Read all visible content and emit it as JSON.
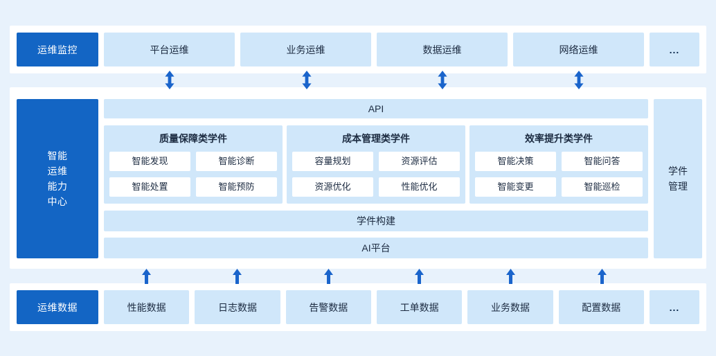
{
  "theme": {
    "page_bg": "#e8f2fc",
    "card_bg": "#ffffff",
    "accent_blue": "#1365c4",
    "light_blue_box": "#d0e7fa",
    "arrow_blue": "#1a64cb",
    "text_color": "#1c2b41"
  },
  "monitor_row": {
    "label": "运维监控",
    "items": [
      "平台运维",
      "业务运维",
      "数据运维",
      "网络运维"
    ],
    "more": "..."
  },
  "center": {
    "label_lines": [
      "智能",
      "运维",
      "能力",
      "中心"
    ],
    "api_bar": "API",
    "panels": [
      {
        "title": "质量保障类学件",
        "items": [
          "智能发现",
          "智能诊断",
          "智能处置",
          "智能预防"
        ]
      },
      {
        "title": "成本管理类学件",
        "items": [
          "容量规划",
          "资源评估",
          "资源优化",
          "性能优化"
        ]
      },
      {
        "title": "效率提升类学件",
        "items": [
          "智能决策",
          "智能问答",
          "智能变更",
          "智能巡检"
        ]
      }
    ],
    "side_label_lines": [
      "学件",
      "管理"
    ],
    "build_bar": "学件构建",
    "ai_bar": "AI平台"
  },
  "data_row": {
    "label": "运维数据",
    "items": [
      "性能数据",
      "日志数据",
      "告警数据",
      "工单数据",
      "业务数据",
      "配置数据"
    ],
    "more": "..."
  }
}
